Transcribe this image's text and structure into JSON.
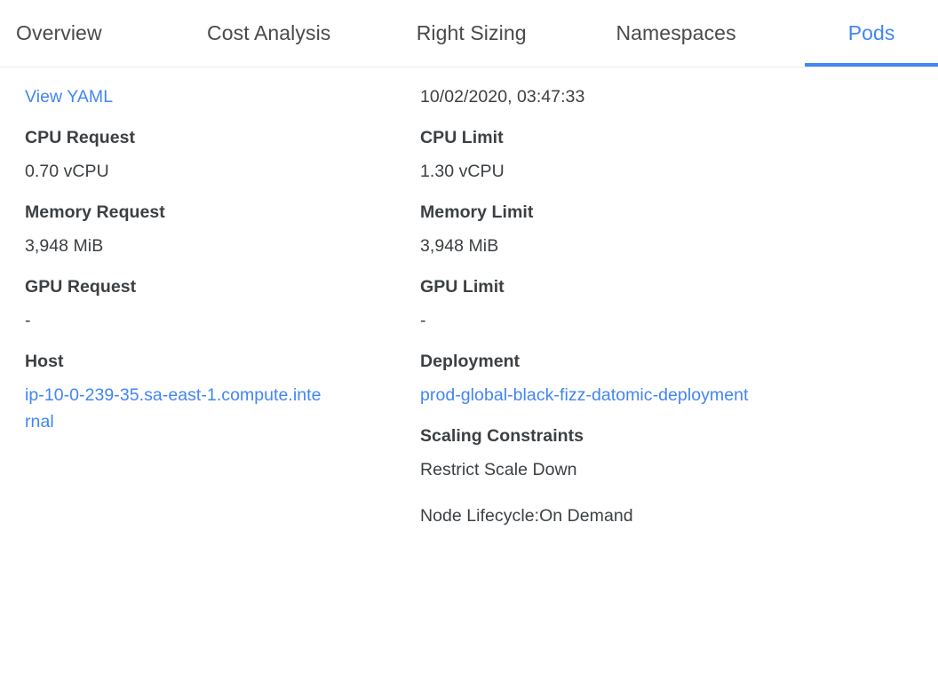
{
  "tabs": [
    {
      "label": "Overview",
      "active": false
    },
    {
      "label": "Cost Analysis",
      "active": false
    },
    {
      "label": "Right Sizing",
      "active": false
    },
    {
      "label": "Namespaces",
      "active": false
    },
    {
      "label": "Pods",
      "active": true
    }
  ],
  "colors": {
    "accent": "#4285f4",
    "text": "#3c4043",
    "border": "#ececec",
    "background": "#ffffff"
  },
  "details": {
    "view_yaml_label": "View YAML",
    "timestamp": "10/02/2020, 03:47:33",
    "cpu_request": {
      "label": "CPU Request",
      "value": "0.70 vCPU"
    },
    "cpu_limit": {
      "label": "CPU Limit",
      "value": "1.30 vCPU"
    },
    "memory_request": {
      "label": "Memory Request",
      "value": "3,948 MiB"
    },
    "memory_limit": {
      "label": "Memory Limit",
      "value": "3,948 MiB"
    },
    "gpu_request": {
      "label": "GPU Request",
      "value": "-"
    },
    "gpu_limit": {
      "label": "GPU Limit",
      "value": "-"
    },
    "host": {
      "label": "Host",
      "value": "ip-10-0-239-35.sa-east-1.compute.internal"
    },
    "deployment": {
      "label": "Deployment",
      "value": "prod-global-black-fizz-datomic-deployment"
    },
    "scaling_constraints": {
      "label": "Scaling Constraints",
      "items": [
        "Restrict Scale Down",
        "Node Lifecycle:On Demand"
      ]
    }
  }
}
